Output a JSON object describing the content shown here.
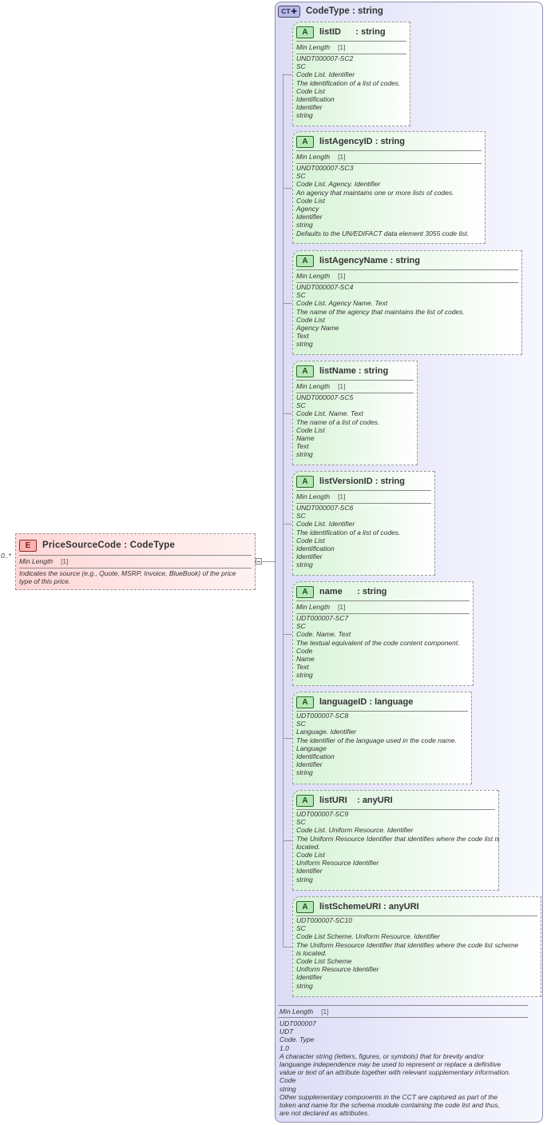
{
  "element": {
    "badge": "E",
    "name": "PriceSourceCode",
    "type": "CodeType",
    "multiplicity": "0..*",
    "facet_label": "Min Length",
    "facet_value": "[1]",
    "documentation": "Indicates the source (e.g., Quote, MSRP, Invoice, BlueBook) of the price type of this price."
  },
  "complex_type": {
    "badge": "CT",
    "name": "CodeType",
    "type": "string",
    "facet_label": "Min Length",
    "facet_value": "[1]",
    "doc_lines": [
      "UDT000007",
      "UDT",
      "Code. Type",
      "1.0",
      "A character string (letters, figures, or symbols) that for brevity and/or",
      "languange independence may be used to represent or replace a definitive",
      "value or text of an attribute together with relevant supplementary information.",
      "Code",
      "string",
      "Other supplementary components in the CCT are captured as part of the",
      "token and name for the schema module containing the code list and thus,",
      "are not declared as attributes."
    ]
  },
  "attributes": [
    {
      "badge": "A",
      "name": "listID",
      "type": "string",
      "pad": "      ",
      "facet_label": "Min Length",
      "facet_value": "[1]",
      "doc_lines": [
        "UNDT000007-SC2",
        "SC",
        "Code List. Identifier",
        "The identification of a list of codes.",
        "Code List",
        "Identification",
        "Identifier",
        "string"
      ]
    },
    {
      "badge": "A",
      "name": "listAgencyID",
      "type": "string",
      "pad": " ",
      "facet_label": "Min Length",
      "facet_value": "[1]",
      "doc_lines": [
        "UNDT000007-SC3",
        "SC",
        "Code List. Agency. Identifier",
        "An agency that maintains one or more lists of codes.",
        "Code List",
        "Agency",
        "Identifier",
        "string",
        "Defaults to the UN/EDIFACT data element 3055 code list."
      ]
    },
    {
      "badge": "A",
      "name": "listAgencyName",
      "type": "string",
      "pad": " ",
      "facet_label": "Min Length",
      "facet_value": "[1]",
      "doc_lines": [
        "UNDT000007-SC4",
        "SC",
        "Code List. Agency Name. Text",
        "The name of the agency that maintains the list of codes.",
        "Code List",
        "Agency Name",
        "Text",
        "string"
      ]
    },
    {
      "badge": "A",
      "name": "listName",
      "type": "string",
      "pad": " ",
      "facet_label": "Min Length",
      "facet_value": "[1]",
      "doc_lines": [
        "UNDT000007-SC5",
        "SC",
        "Code List. Name. Text",
        "The name of a list of codes.",
        "Code List",
        "Name",
        "Text",
        "string"
      ]
    },
    {
      "badge": "A",
      "name": "listVersionID",
      "type": "string",
      "pad": " ",
      "facet_label": "Min Length",
      "facet_value": "[1]",
      "doc_lines": [
        "UNDT000007-SC6",
        "SC",
        "Code List. Identifier",
        "The identification of a list of codes.",
        "Code List",
        "Identification",
        "Identifier",
        "string"
      ]
    },
    {
      "badge": "A",
      "name": "name",
      "type": "string",
      "pad": "      ",
      "facet_label": "Min Length",
      "facet_value": "[1]",
      "doc_lines": [
        "UDT000007-SC7",
        "SC",
        "Code. Name. Text",
        "The textual equivalent of the code content component.",
        "Code",
        "Name",
        "Text",
        "string"
      ]
    },
    {
      "badge": "A",
      "name": "languageID",
      "type": "language",
      "pad": " ",
      "doc_lines": [
        "UDT000007-SC8",
        "SC",
        "Language. Identifier",
        "The identifier of the language used in the code name.",
        "Language",
        "Identification",
        "Identifier",
        "string"
      ]
    },
    {
      "badge": "A",
      "name": "listURI",
      "type": "anyURI",
      "pad": "    ",
      "doc_lines": [
        "UDT000007-SC9",
        "SC",
        "Code List. Uniform Resource. Identifier",
        "The Uniform Resource Identifier that identifies where the code list is",
        "located.",
        "Code List",
        "Uniform Resource Identifier",
        "Identifier",
        "string"
      ]
    },
    {
      "badge": "A",
      "name": "listSchemeURI",
      "type": "anyURI",
      "pad": " ",
      "doc_lines": [
        "UDT000007-SC10",
        "SC",
        "Code List Scheme. Uniform Resource. Identifier",
        "The Uniform Resource Identifier that identifies where the code list scheme",
        "is located.",
        "Code List Scheme",
        "Uniform Resource Identifier",
        "Identifier",
        "string"
      ]
    }
  ],
  "colors": {
    "element_fill": "#ffd6d6",
    "complex_type_fill": "#dcdcf6",
    "attribute_fill": "#d6f3d6"
  }
}
